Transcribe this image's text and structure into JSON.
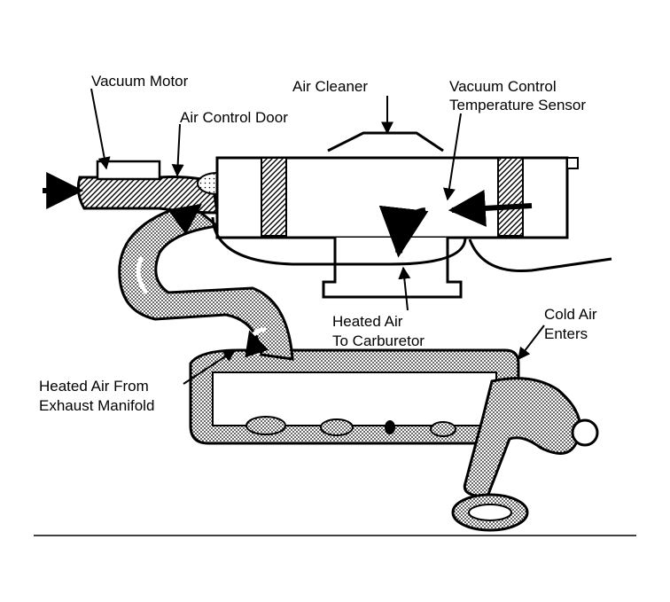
{
  "labels": {
    "vacuum_motor": "Vacuum Motor",
    "air_control_door": "Air Control Door",
    "air_cleaner": "Air Cleaner",
    "vacuum_control_line1": "Vacuum Control",
    "vacuum_control_line2": "Temperature Sensor",
    "heated_air_to_line1": "Heated Air",
    "heated_air_to_line2": "To Carburetor",
    "cold_air_line1": "Cold Air",
    "cold_air_line2": "Enters",
    "heated_air_from_line1": "Heated Air From",
    "heated_air_from_line2": "Exhaust Manifold"
  },
  "colors": {
    "ink": "#000000",
    "paper": "#ffffff",
    "stipple": "#9a9a9a"
  }
}
